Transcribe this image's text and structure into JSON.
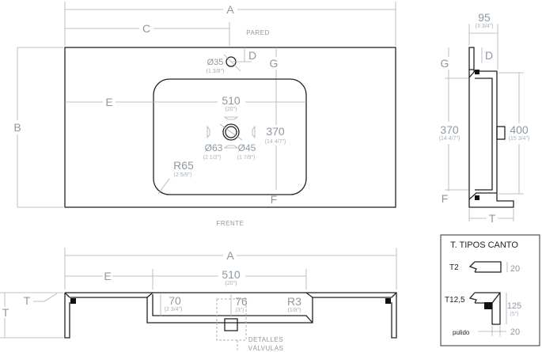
{
  "top_view": {
    "A": "A",
    "C": "C",
    "wall": "PARED",
    "front": "FRENTE",
    "hole_d": "Ø35",
    "hole_d_in": "(1 3/8\")",
    "D": "D",
    "G": "G",
    "E": "E",
    "F": "F",
    "B": "B",
    "width": "510",
    "width_in": "(20\")",
    "depth": "370",
    "depth_in": "(14 4/7\")",
    "drain1": "Ø63",
    "drain1_in": "(2 1/2\")",
    "drain2": "Ø45",
    "drain2_in": "(1 7/9\")",
    "radius": "R65",
    "radius_in": "(2 5/9\")"
  },
  "side_view": {
    "width": "95",
    "width_in": "(3 3/4\")",
    "D": "D",
    "G": "G",
    "F": "F",
    "T": "T",
    "depth": "370",
    "depth_in": "(14 4/7\")",
    "height": "400",
    "height_in": "(15 3/4\")"
  },
  "section_view": {
    "A": "A",
    "E": "E",
    "T1": "T",
    "T2": "T",
    "width": "510",
    "width_in": "(20\")",
    "basin_depth": "70",
    "basin_depth_in": "(2 3/4\")",
    "drain_depth": "76",
    "drain_depth_in": "(3\")",
    "radius": "R3",
    "radius_in": "(1/8\")",
    "details_1": "DETALLES",
    "details_2": "VÁLVULAS"
  },
  "edge_types": {
    "title": "T. TIPOS CANTO",
    "t2": "T2",
    "t2_dim": "20",
    "t125": "T12,5",
    "t125_dim": "125",
    "t125_dim_in": "(5\")",
    "polished": "pulido",
    "polished_dim": "20"
  }
}
